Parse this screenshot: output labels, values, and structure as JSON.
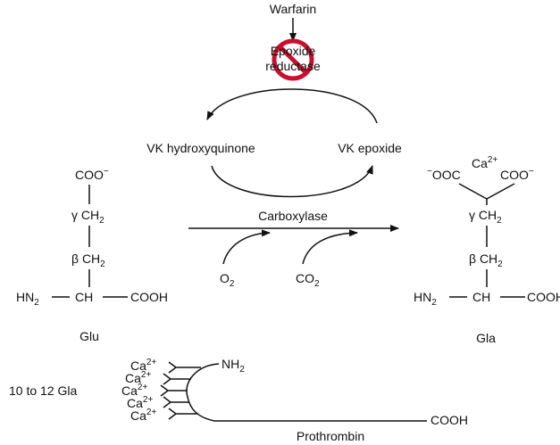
{
  "inhibitor": "Warfarin",
  "enzyme": {
    "line1": "Epoxide",
    "line2": "reductase",
    "blocked_color": "#c8102e",
    "blocked_icon": "prohibition-icon"
  },
  "cycle": {
    "left": "VK hydroxyquinone",
    "right": "VK epoxide"
  },
  "reaction": {
    "enzyme": "Carboxylase",
    "o2": "O",
    "o2_sub": "2",
    "co2": "CO",
    "co2_sub": "2"
  },
  "glu": {
    "coo": "COO",
    "coo_charge": "−",
    "gamma": "γ CH",
    "beta": "β CH",
    "sub2": "2",
    "hn": "HN",
    "ch": "CH",
    "cooh": "COOH",
    "label": "Glu"
  },
  "gla": {
    "ooc_charge": "−",
    "ooc": "OOC",
    "ca": "Ca",
    "ca_charge": "2+",
    "coo": "COO",
    "coo_charge": "−",
    "gamma": "γ CH",
    "beta": "β CH",
    "sub2": "2",
    "hn": "HN",
    "ch": "CH",
    "cooh": "COOH",
    "label": "Gla"
  },
  "prothrombin": {
    "count_label": "10 to 12 Gla",
    "ca": "Ca",
    "ca_charge": "2+",
    "nh": "NH",
    "nh_sub": "2",
    "cooh": "COOH",
    "label": "Prothrombin"
  }
}
